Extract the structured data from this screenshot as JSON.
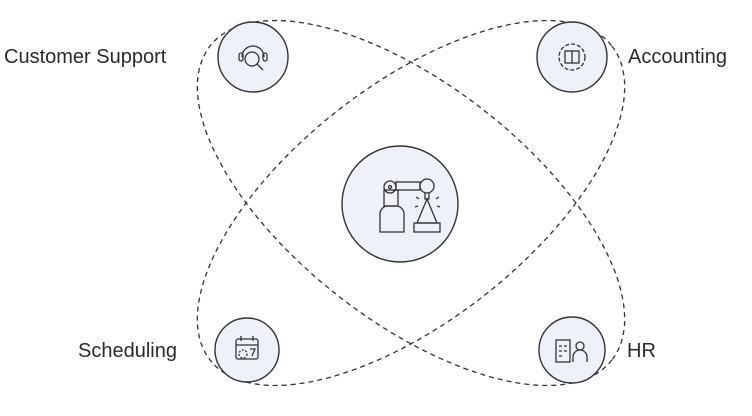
{
  "nodes": {
    "center": {
      "icon": "robot-arm-icon"
    },
    "customer_support": {
      "label": "Customer Support",
      "icon": "headset-search-icon"
    },
    "accounting": {
      "label": "Accounting",
      "icon": "gear-ledger-icon"
    },
    "scheduling": {
      "label": "Scheduling",
      "icon": "calendar-gear-icon"
    },
    "hr": {
      "label": "HR",
      "icon": "building-person-icon"
    }
  },
  "colors": {
    "node_fill": "#eef1f8",
    "stroke": "#333333"
  }
}
